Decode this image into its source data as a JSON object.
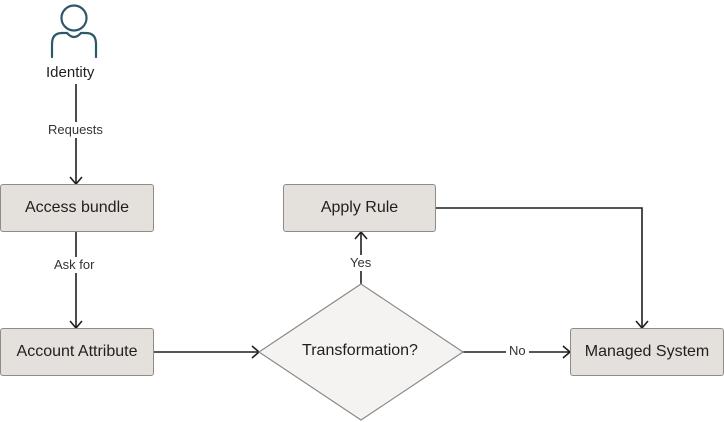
{
  "actor": {
    "label": "Identity",
    "icon": "person-icon",
    "icon_color": "#2d5869"
  },
  "nodes": {
    "access_bundle": "Access bundle",
    "account_attribute": "Account Attribute",
    "apply_rule": "Apply Rule",
    "managed_system": "Managed System"
  },
  "decision": {
    "label": "Transformation?"
  },
  "edges": {
    "requests": "Requests",
    "ask_for": "Ask for",
    "yes": "Yes",
    "no": "No"
  },
  "colors": {
    "node_fill": "#e4e1dc",
    "decision_fill": "#f4f3f1",
    "line": "#1f1f1f"
  }
}
